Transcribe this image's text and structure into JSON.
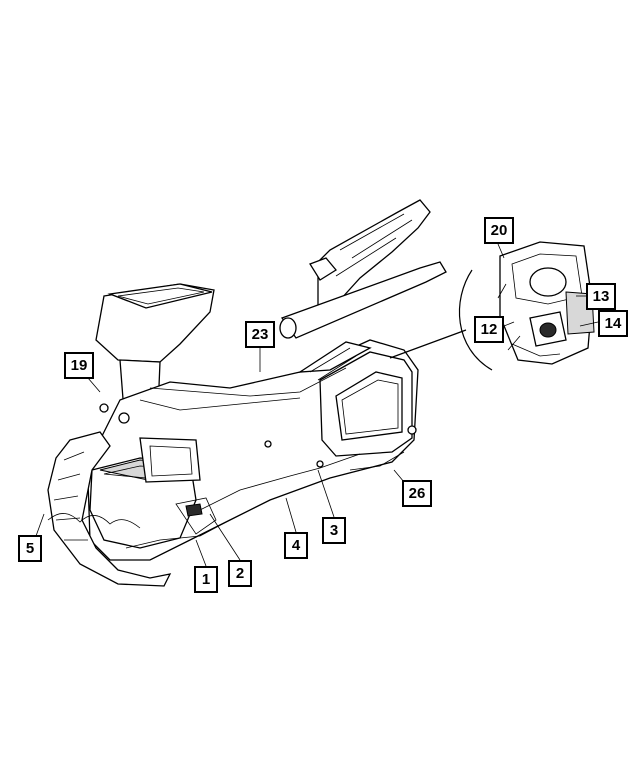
{
  "diagram": {
    "callouts": {
      "c1": "1",
      "c2": "2",
      "c3": "3",
      "c4": "4",
      "c5": "5",
      "c12": "12",
      "c13": "13",
      "c14": "14",
      "c19": "19",
      "c20": "20",
      "c23": "23",
      "c26": "26"
    },
    "colors": {
      "line": "#000000",
      "background": "#ffffff",
      "callout_fill": "#ffffff"
    }
  }
}
